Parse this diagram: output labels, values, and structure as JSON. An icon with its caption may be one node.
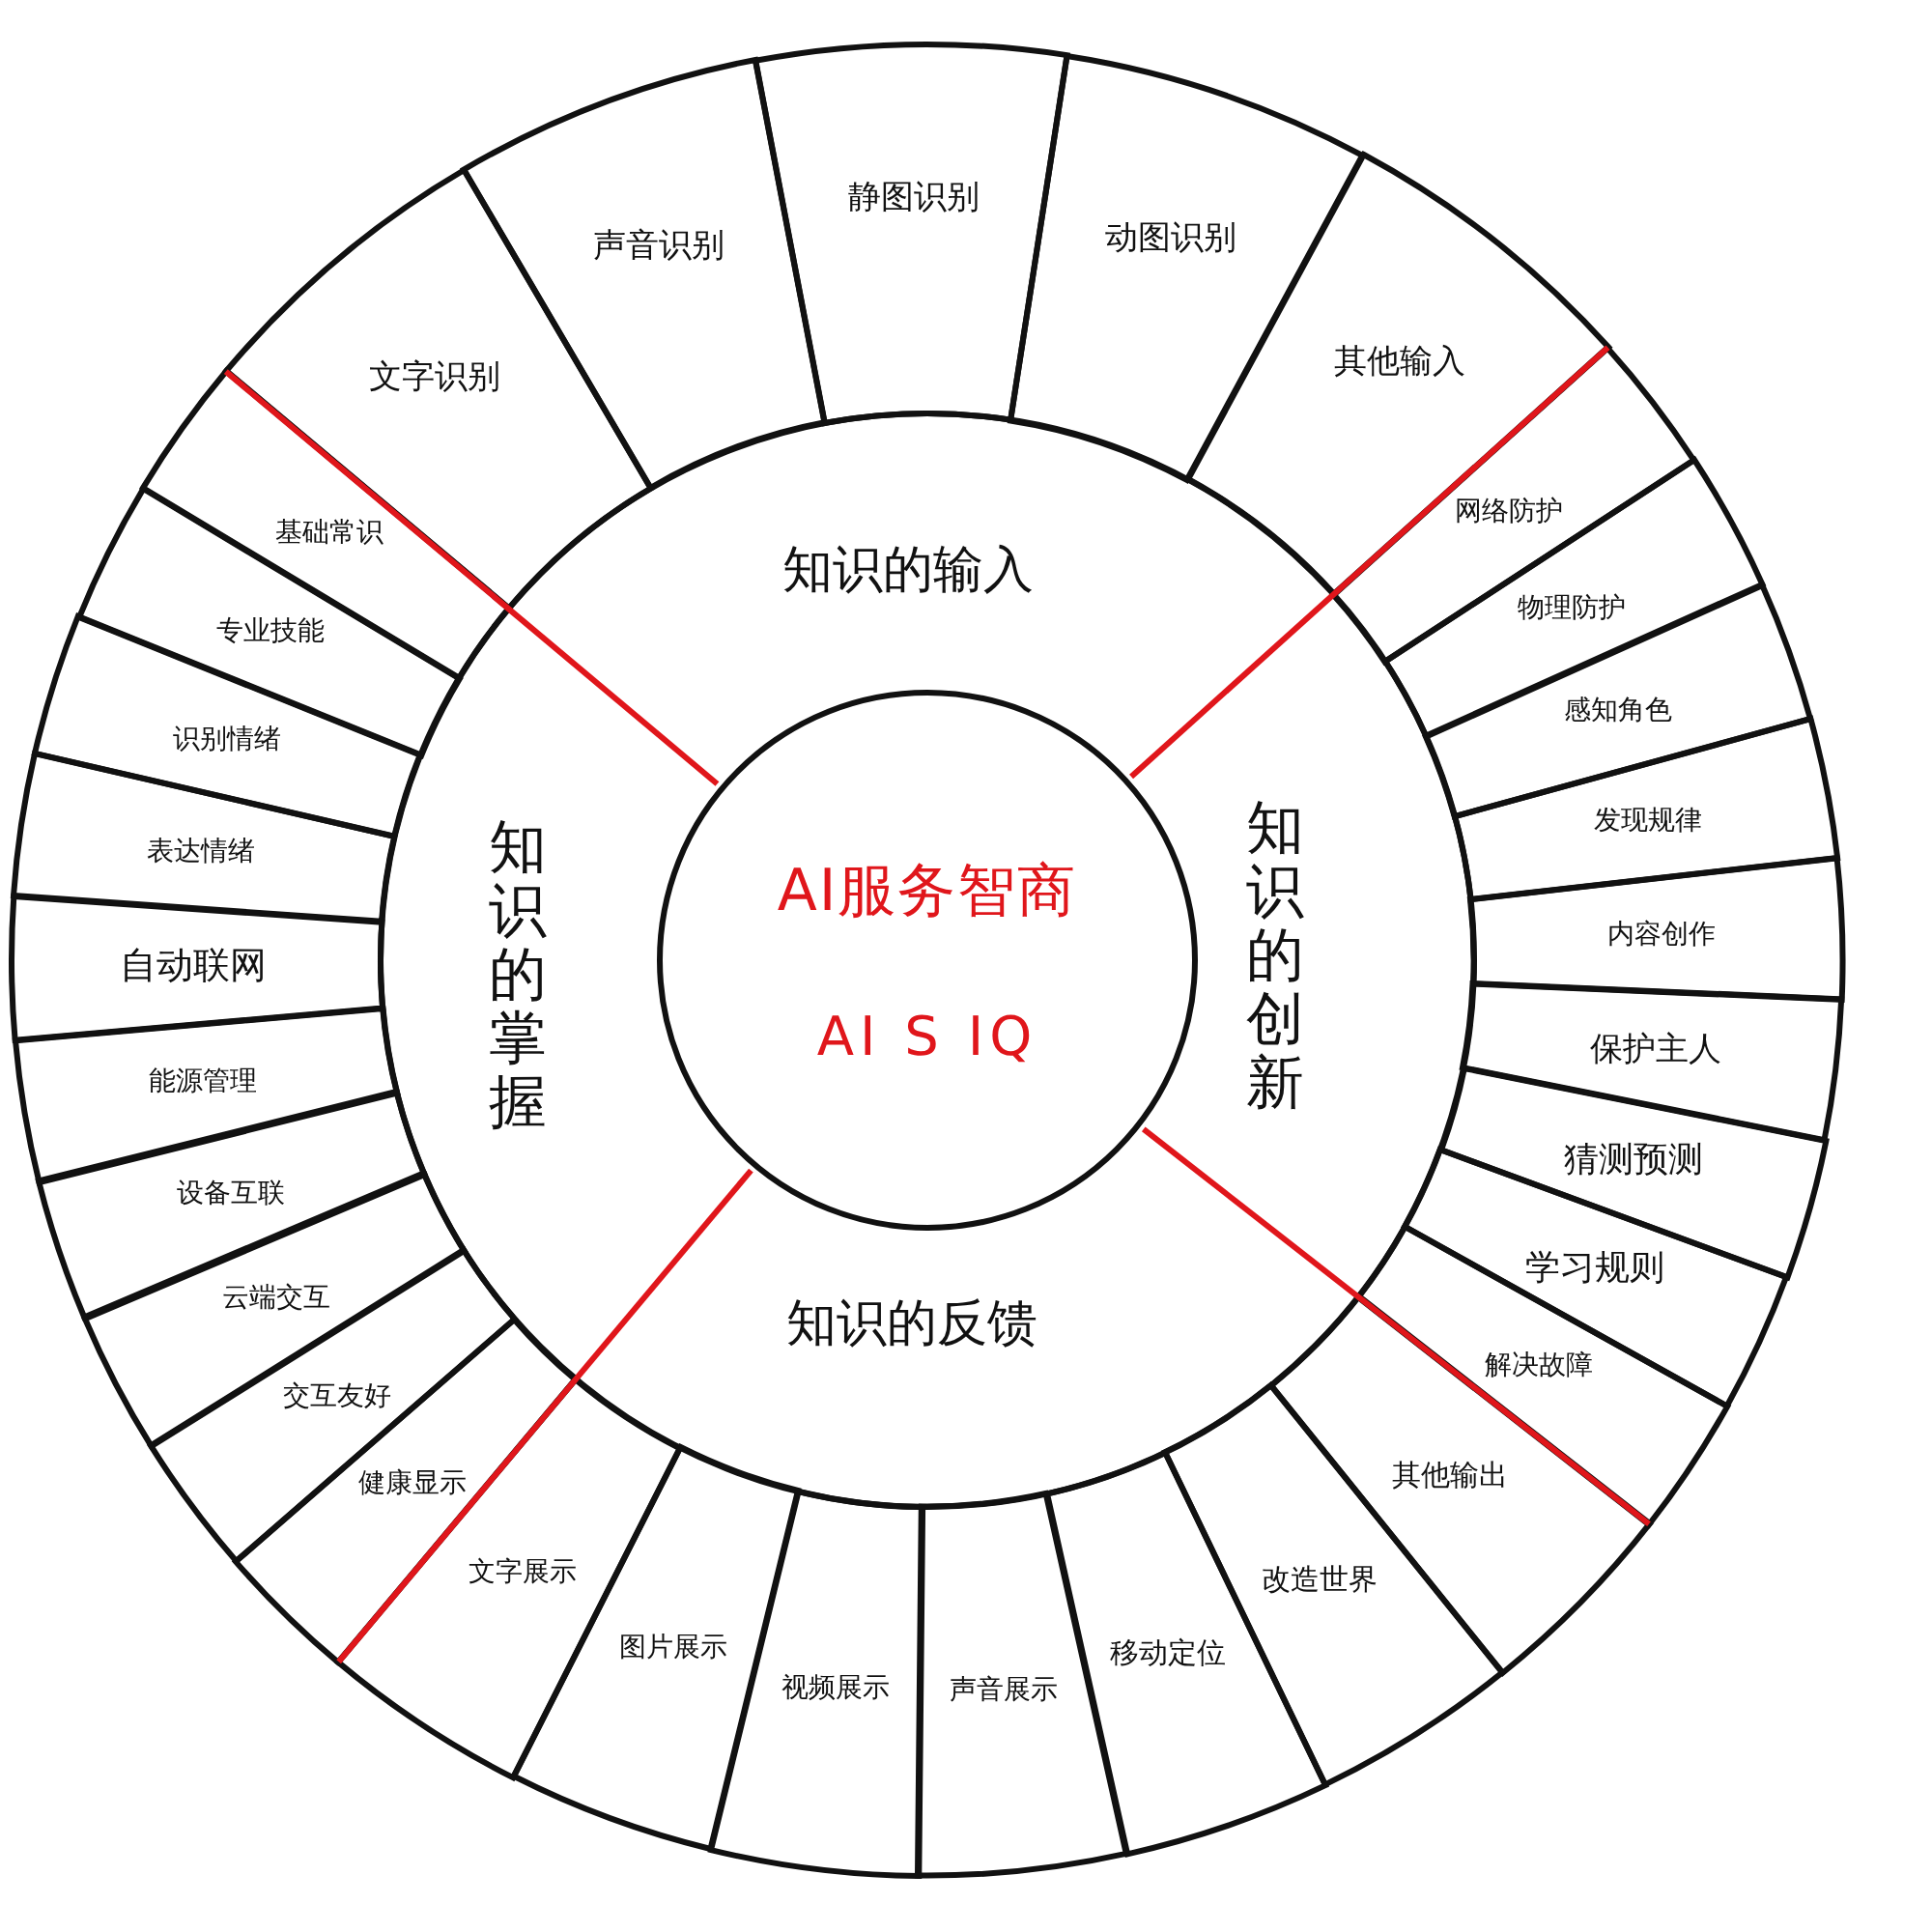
{
  "diagram": {
    "nodes": [
      {
        "text": [
          "AI服务智商",
          "AI S IQ"
        ]
      },
      {
        "text": [
          "知识的输入"
        ]
      },
      {
        "text": [
          "知识的掌握"
        ]
      },
      {
        "text": [
          "知识的创新"
        ]
      },
      {
        "text": [
          "知识的反馈"
        ]
      },
      {
        "text": [
          "文字识别"
        ]
      },
      {
        "text": [
          "声音识别"
        ]
      },
      {
        "text": [
          "静图识别"
        ]
      },
      {
        "text": [
          "动图识别"
        ]
      },
      {
        "text": [
          "其他输入"
        ]
      },
      {
        "text": [
          "网络防护"
        ]
      },
      {
        "text": [
          "物理防护"
        ]
      },
      {
        "text": [
          "感知角色"
        ]
      },
      {
        "text": [
          "发现规律"
        ]
      },
      {
        "text": [
          "内容创作"
        ]
      },
      {
        "text": [
          "保护主人"
        ]
      },
      {
        "text": [
          "猜测预测"
        ]
      },
      {
        "text": [
          "学习规则"
        ]
      },
      {
        "text": [
          "解决故障"
        ]
      },
      {
        "text": [
          "其他输出"
        ]
      },
      {
        "text": [
          "改造世界"
        ]
      },
      {
        "text": [
          "移动定位"
        ]
      },
      {
        "text": [
          "声音展示"
        ]
      },
      {
        "text": [
          "视频展示"
        ]
      },
      {
        "text": [
          "图片展示"
        ]
      },
      {
        "text": [
          "文字展示"
        ]
      },
      {
        "text": [
          "健康显示"
        ]
      },
      {
        "text": [
          "交互友好"
        ]
      },
      {
        "text": [
          "云端交互"
        ]
      },
      {
        "text": [
          "设备互联"
        ]
      },
      {
        "text": [
          "能源管理"
        ]
      },
      {
        "text": [
          "自动联网"
        ]
      },
      {
        "text": [
          "表达情绪"
        ]
      },
      {
        "text": [
          "识别情绪"
        ]
      },
      {
        "text": [
          "专业技能"
        ]
      },
      {
        "text": [
          "基础常识"
        ]
      }
    ]
  }
}
